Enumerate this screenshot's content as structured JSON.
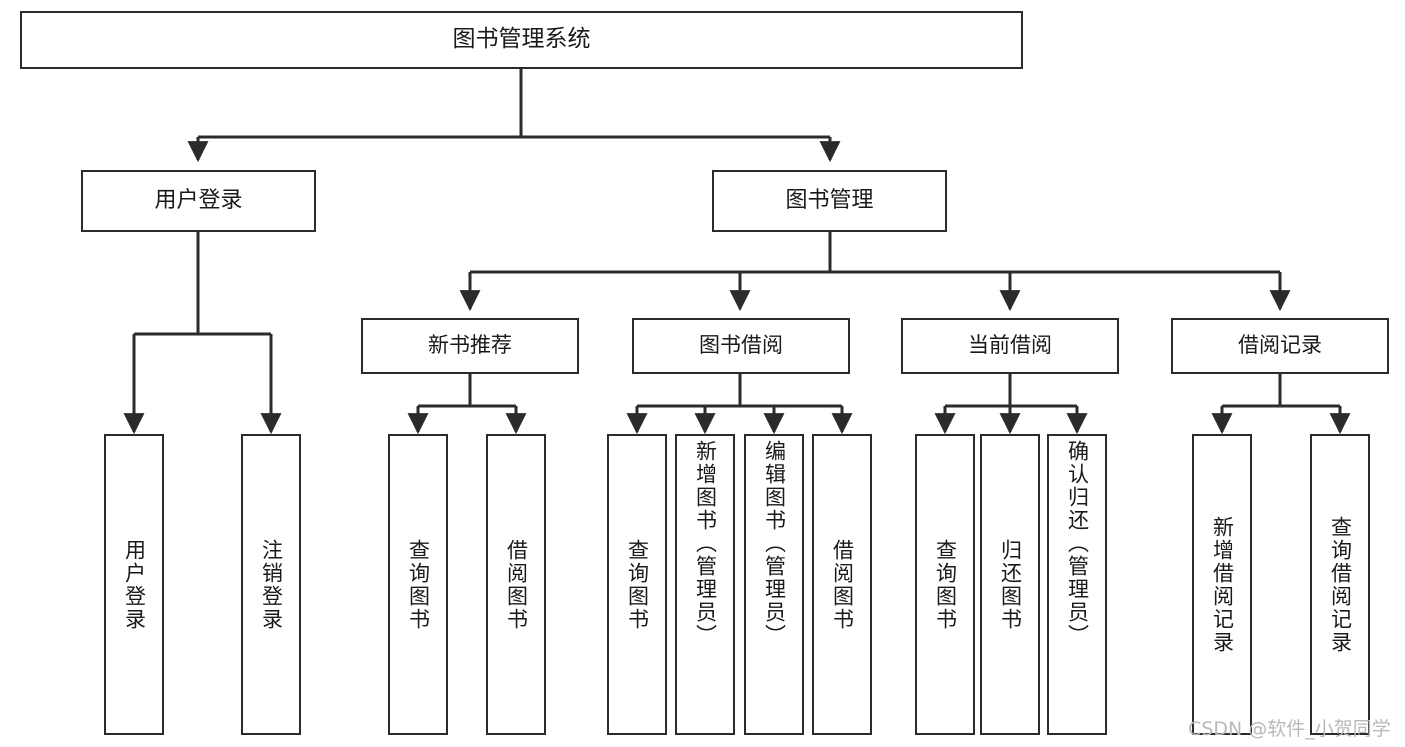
{
  "diagram": {
    "type": "tree-hierarchy-diagram",
    "title": "图书管理系统",
    "watermark": "CSDN @软件_小贺同学",
    "colors": {
      "box_border": "#2b2b2b",
      "box_fill": "#ffffff",
      "connector": "#2b2b2b",
      "text": "#1a1a1a",
      "watermark": "#b9b9b9"
    },
    "root": {
      "label": "图书管理系统"
    },
    "level1": [
      {
        "label": "用户登录"
      },
      {
        "label": "图书管理"
      }
    ],
    "level2": [
      {
        "label": "新书推荐"
      },
      {
        "label": "图书借阅"
      },
      {
        "label": "当前借阅"
      },
      {
        "label": "借阅记录"
      }
    ],
    "leaves": {
      "user_login": [
        {
          "label": "用户登录"
        },
        {
          "label": "注销登录"
        }
      ],
      "new_book_recommend": [
        {
          "label": "查询图书"
        },
        {
          "label": "借阅图书"
        }
      ],
      "book_borrow": [
        {
          "label": "查询图书"
        },
        {
          "label": "新增图书（管理员）"
        },
        {
          "label": "编辑图书（管理员）"
        },
        {
          "label": "借阅图书"
        }
      ],
      "current_borrow": [
        {
          "label": "查询图书"
        },
        {
          "label": "归还图书"
        },
        {
          "label": "确认归还（管理员）"
        }
      ],
      "borrow_record": [
        {
          "label": "新增借阅记录"
        },
        {
          "label": "查询借阅记录"
        }
      ]
    }
  }
}
